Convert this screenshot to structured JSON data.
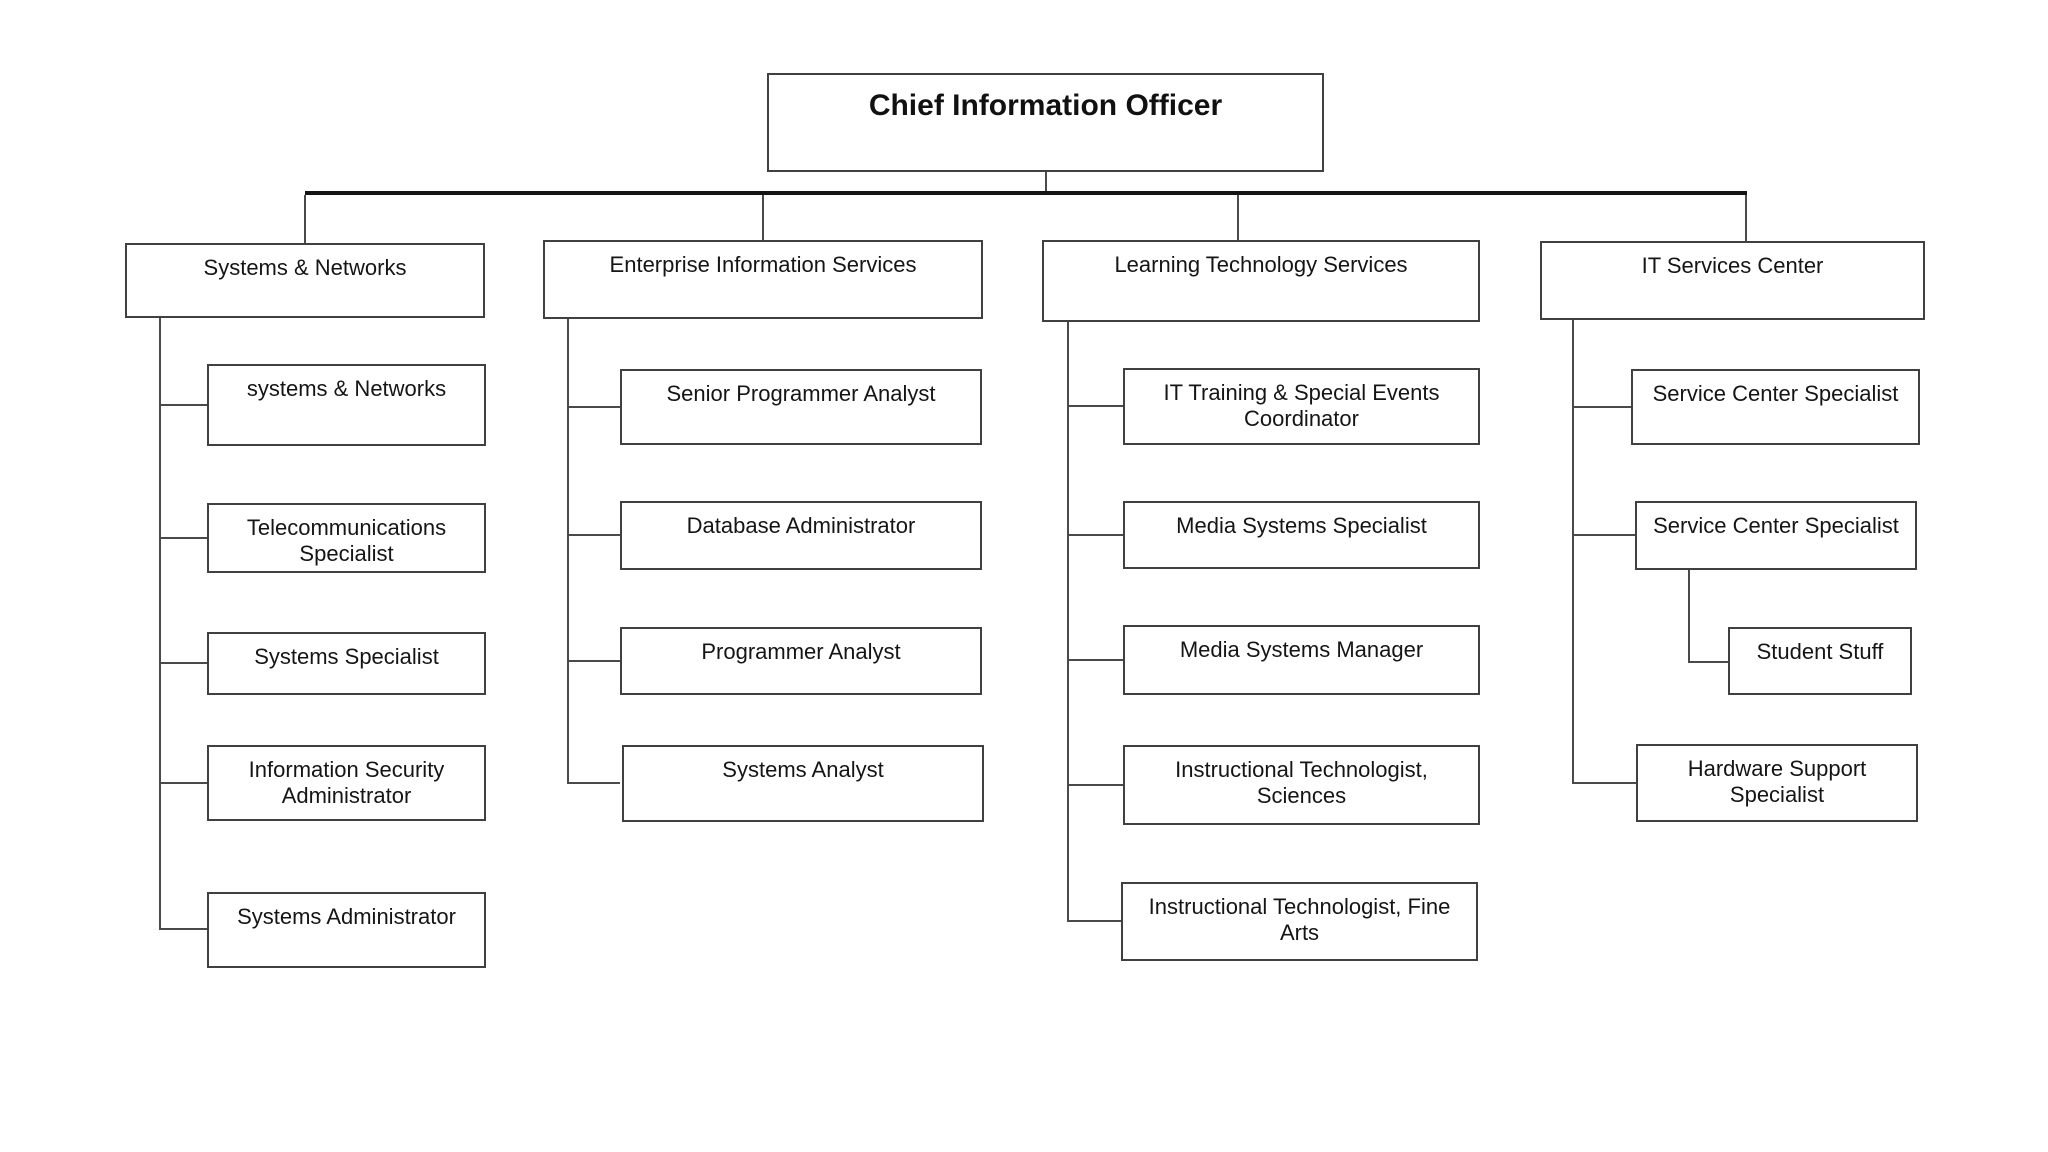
{
  "org": {
    "root": {
      "label": "Chief Information Officer"
    },
    "branches": [
      {
        "label": "Systems & Networks",
        "children": [
          {
            "label": "systems & Networks"
          },
          {
            "label": "Telecommunications\nSpecialist"
          },
          {
            "label": "Systems Specialist"
          },
          {
            "label": "Information Security\nAdministrator"
          },
          {
            "label": "Systems Administrator"
          }
        ]
      },
      {
        "label": "Enterprise Information Services",
        "children": [
          {
            "label": "Senior Programmer Analyst"
          },
          {
            "label": "Database Administrator"
          },
          {
            "label": "Programmer Analyst"
          },
          {
            "label": "Systems Analyst"
          }
        ]
      },
      {
        "label": "Learning Technology Services",
        "children": [
          {
            "label": "IT Training & Special Events\nCoordinator"
          },
          {
            "label": "Media Systems Specialist"
          },
          {
            "label": "Media Systems Manager"
          },
          {
            "label": "Instructional Technologist,\nSciences"
          },
          {
            "label": "Instructional Technologist, Fine\nArts"
          }
        ]
      },
      {
        "label": "IT Services Center",
        "children": [
          {
            "label": "Service Center Specialist"
          },
          {
            "label": "Service Center Specialist",
            "children": [
              {
                "label": "Student Stuff"
              }
            ]
          },
          {
            "label": "Hardware Support\nSpecialist"
          }
        ]
      }
    ]
  },
  "colors": {
    "background": "#ffffff",
    "box_border": "#404040",
    "connector_line": "#4a4a4a",
    "trunk_line": "#141414",
    "text": "#151515"
  }
}
